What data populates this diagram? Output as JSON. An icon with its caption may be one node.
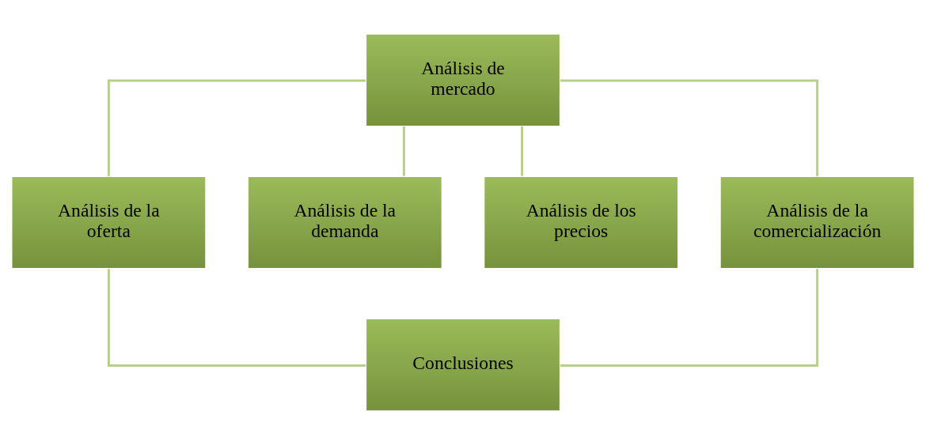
{
  "diagram": {
    "nodes": [
      {
        "text": [
          "Análisis de mercado"
        ]
      },
      {
        "text": [
          "Análisis de la oferta"
        ]
      },
      {
        "text": [
          "Análisis de la demanda"
        ]
      },
      {
        "text": [
          "Análisis de los precios"
        ]
      },
      {
        "text": [
          "Análisis de la comercialización"
        ]
      },
      {
        "text": [
          "Conclusiones"
        ]
      }
    ],
    "edges": [
      {
        "from": 0,
        "to": 1,
        "arrow": "none"
      },
      {
        "from": 0,
        "to": 2,
        "arrow": "none"
      },
      {
        "from": 0,
        "to": 3,
        "arrow": "none"
      },
      {
        "from": 0,
        "to": 4,
        "arrow": "none"
      },
      {
        "from": 1,
        "to": 5,
        "arrow": "none"
      },
      {
        "from": 4,
        "to": 5,
        "arrow": "none"
      }
    ]
  }
}
